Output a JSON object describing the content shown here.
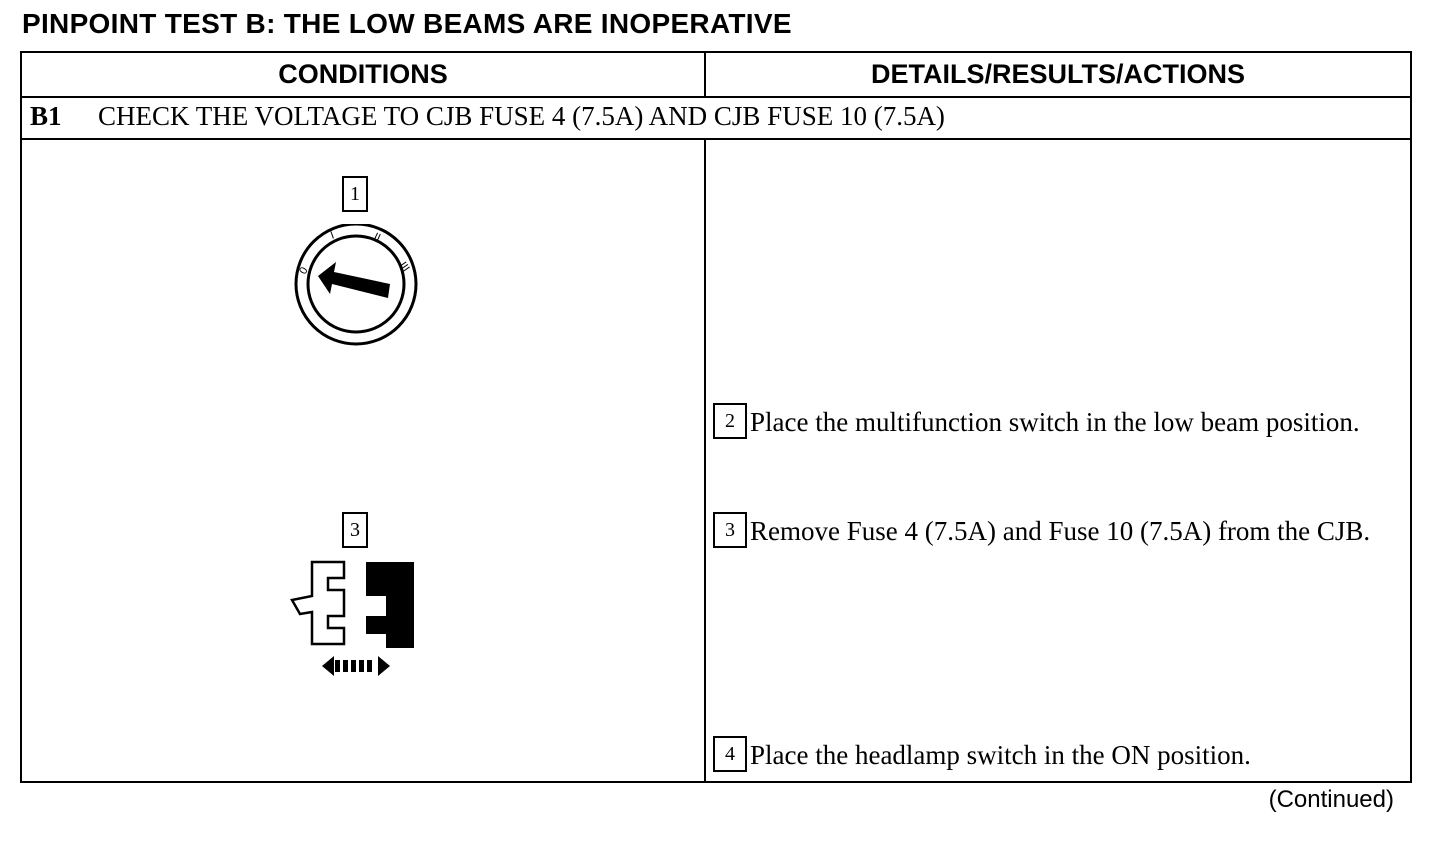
{
  "page": {
    "title": "PINPOINT TEST B: THE LOW BEAMS ARE INOPERATIVE",
    "continued": "(Continued)"
  },
  "table": {
    "headers": {
      "conditions": "CONDITIONS",
      "details": "DETAILS/RESULTS/ACTIONS"
    },
    "step": {
      "id": "B1",
      "heading": "CHECK THE VOLTAGE TO CJB FUSE 4 (7.5A) AND CJB FUSE 10 (7.5A)"
    },
    "illustrations": [
      {
        "callout": "1",
        "icon": "ignition-switch-icon",
        "positions": [
          "0",
          "I",
          "II",
          "III"
        ]
      },
      {
        "callout": "3",
        "icon": "fuse-removal-icon"
      }
    ],
    "actions": [
      {
        "callout": "2",
        "text": "Place the multifunction switch in the low beam position."
      },
      {
        "callout": "3",
        "text": "Remove Fuse 4 (7.5A) and Fuse 10 (7.5A) from the CJB."
      },
      {
        "callout": "4",
        "text": "Place the headlamp switch in the ON position."
      }
    ]
  }
}
